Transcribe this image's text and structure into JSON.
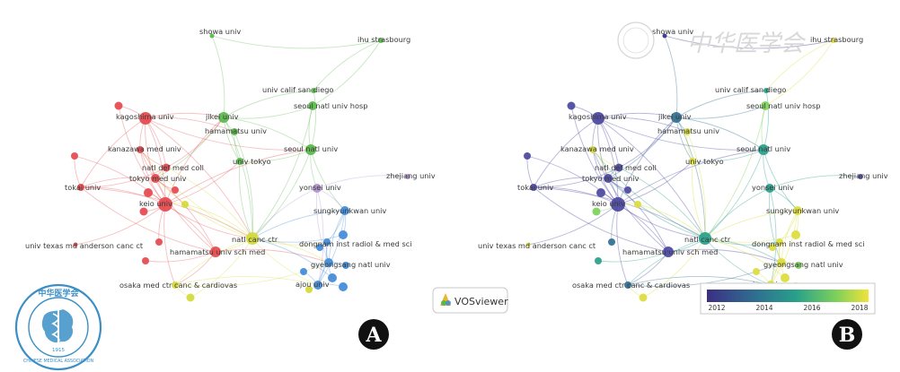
{
  "panel_a_letter": "A",
  "panel_b_letter": "B",
  "vos_label": "VOSviewer",
  "watermark_text": "中华医学会",
  "logo": {
    "emblem": "中华医学会",
    "sub": "CHINESE MEDICAL ASSOCIATION",
    "year": "1915"
  },
  "colorbar": {
    "ticks": [
      "2012",
      "2014",
      "2016",
      "2018"
    ],
    "colors": [
      "#3b2f83",
      "#2a8c8b",
      "#55c46b",
      "#f1e33a"
    ]
  },
  "cluster_colors": {
    "red": "#e5484d",
    "green": "#59b84a",
    "blue": "#3f8ad8",
    "yellow": "#d4d93a",
    "purple": "#b090d0"
  },
  "nodes": [
    {
      "id": "showa univ",
      "label": "showa univ",
      "cluster": "green",
      "year": 2012
    },
    {
      "id": "ihu strasbourg",
      "label": "ihu strasbourg",
      "cluster": "green",
      "year": 2017
    },
    {
      "id": "univ calif san diego",
      "label": "univ calif san diego",
      "cluster": "green",
      "year": 2015
    },
    {
      "id": "seoul natl univ hosp",
      "label": "seoul natl univ hosp",
      "cluster": "green",
      "year": 2016
    },
    {
      "id": "jikei univ",
      "label": "jikei univ",
      "cluster": "green",
      "year": 2014
    },
    {
      "id": "kagoshima univ",
      "label": "kagoshima univ",
      "cluster": "red",
      "year": 2013
    },
    {
      "id": "hamamatsu univ",
      "label": "hamamatsu univ",
      "cluster": "green",
      "year": 2017
    },
    {
      "id": "seoul natl univ",
      "label": "seoul natl univ",
      "cluster": "green",
      "year": 2015
    },
    {
      "id": "kanazawa med univ",
      "label": "kanazawa med univ",
      "cluster": "red",
      "year": 2017
    },
    {
      "id": "natl def med coll",
      "label": "natl def med coll",
      "cluster": "red",
      "year": 2013
    },
    {
      "id": "univ tokyo",
      "label": "univ tokyo",
      "cluster": "green",
      "year": 2017
    },
    {
      "id": "tokyo med univ",
      "label": "tokyo med univ",
      "cluster": "red",
      "year": 2013
    },
    {
      "id": "zhejiang univ",
      "label": "zhejiang univ",
      "cluster": "purple",
      "year": 2013
    },
    {
      "id": "tokai univ",
      "label": "tokai univ",
      "cluster": "red",
      "year": 2013
    },
    {
      "id": "yonsei univ",
      "label": "yonsei univ",
      "cluster": "purple",
      "year": 2015
    },
    {
      "id": "keio univ",
      "label": "keio univ",
      "cluster": "red",
      "year": 2013
    },
    {
      "id": "sungkyunkwan univ",
      "label": "sungkyunkwan univ",
      "cluster": "blue",
      "year": 2017
    },
    {
      "id": "natl canc ctr",
      "label": "natl canc ctr",
      "cluster": "yellow",
      "year": 2015
    },
    {
      "id": "dongnam inst radiol & med sci",
      "label": "dongnam inst radiol & med sci",
      "cluster": "blue",
      "year": 2017
    },
    {
      "id": "univ texas md anderson canc ct",
      "label": "univ texas md anderson canc ct",
      "cluster": "red",
      "year": 2017
    },
    {
      "id": "hamamatsu univ sch med",
      "label": "hamamatsu univ sch med",
      "cluster": "red",
      "year": 2013
    },
    {
      "id": "gyeongsang natl univ",
      "label": "gyeongsang natl univ",
      "cluster": "blue",
      "year": 2017
    },
    {
      "id": "osaka med ctr canc & cardiovas",
      "label": "osaka med ctr canc & cardiovas",
      "cluster": "yellow",
      "year": 2014
    },
    {
      "id": "ajou univ",
      "label": "ajou univ",
      "cluster": "blue",
      "year": 2017
    }
  ]
}
